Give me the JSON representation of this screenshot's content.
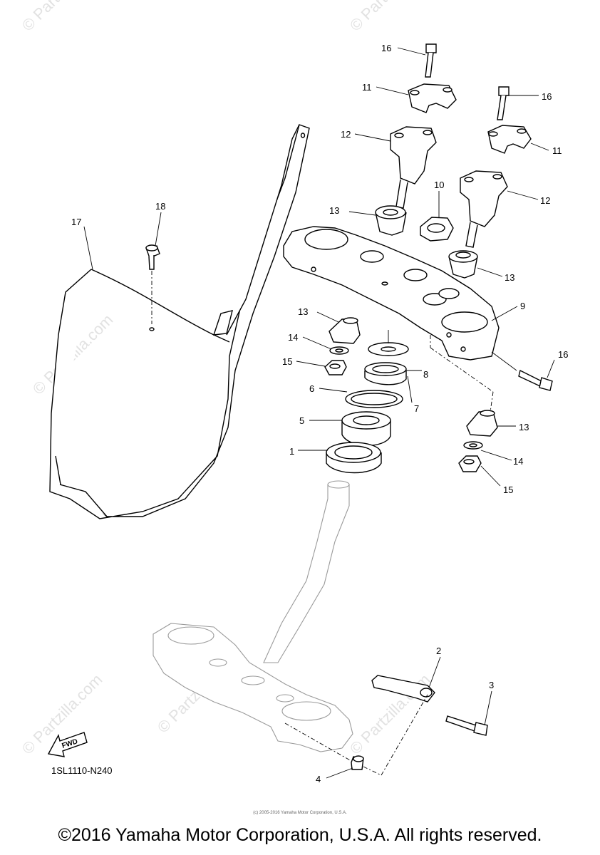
{
  "diagram": {
    "code": "1SL1110-N240",
    "fwd_label": "FWD",
    "watermark": "© Partzilla.com",
    "watermark_short": "© Partz",
    "labels": {
      "l1": "1",
      "l2": "2",
      "l3": "3",
      "l4": "4",
      "l5": "5",
      "l6": "6",
      "l7": "7",
      "l8": "8",
      "l9": "9",
      "l10": "10",
      "l11": "11",
      "l12": "12",
      "l13": "13",
      "l14": "14",
      "l15": "15",
      "l16": "16",
      "l17": "17",
      "l18": "18"
    }
  },
  "footer": {
    "copyright": "©2016 Yamaha Motor Corporation, U.S.A. All rights reserved.",
    "small_print": "(c) 2005-2016 Yamaha Motor Corporation, U.S.A."
  }
}
